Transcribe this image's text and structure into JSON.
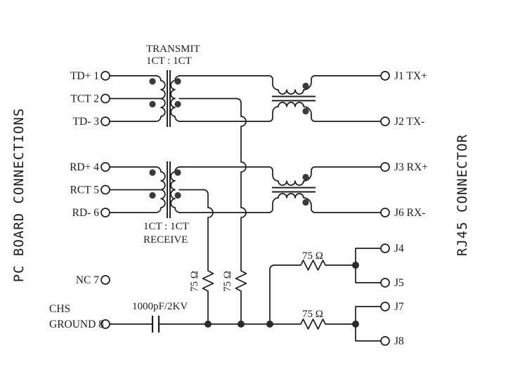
{
  "titles": {
    "left": "PC BOARD CONNECTIONS",
    "right": "RJ45 CONNECTOR"
  },
  "transformers": {
    "transmit": {
      "line1": "TRANSMIT",
      "line2": "1CT : 1CT"
    },
    "receive": {
      "line1": "1CT : 1CT",
      "line2": "RECEIVE"
    }
  },
  "components": {
    "capacitor": "1000pF/2KV",
    "resistor": "75 Ω"
  },
  "pcb_pins": [
    {
      "label": "TD+ 1"
    },
    {
      "label": "TCT 2"
    },
    {
      "label": "TD- 3"
    },
    {
      "label": "RD+ 4"
    },
    {
      "label": "RCT 5"
    },
    {
      "label": "RD- 6"
    },
    {
      "label": "NC 7"
    },
    {
      "label": "CHS"
    },
    {
      "label": "GROUND 8"
    }
  ],
  "rj45_pins": [
    {
      "label": "J1 TX+"
    },
    {
      "label": "J2 TX-"
    },
    {
      "label": "J3 RX+"
    },
    {
      "label": "J6 RX-"
    },
    {
      "label": "J4"
    },
    {
      "label": "J5"
    },
    {
      "label": "J7"
    },
    {
      "label": "J8"
    }
  ],
  "colors": {
    "background": "#ffffff",
    "line": "#1c1c1c",
    "phase_dot": "#3a3a3a",
    "junction_dot": "#2b2b2b"
  }
}
